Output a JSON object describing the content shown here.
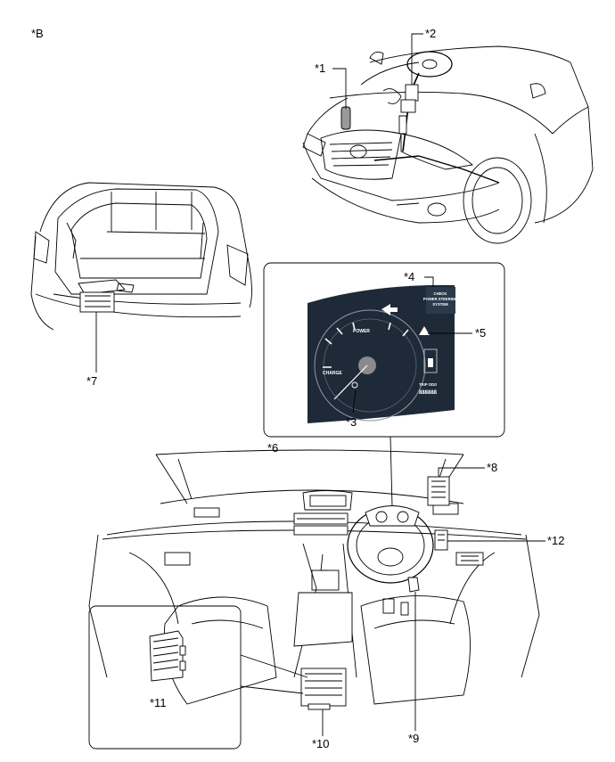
{
  "figure_id": "*B",
  "callouts": {
    "c1": "*1",
    "c2": "*2",
    "c3": "*3",
    "c4": "*4",
    "c5": "*5",
    "c6": "*6",
    "c7": "*7",
    "c8": "*8",
    "c9": "*9",
    "c10": "*10",
    "c11": "*11",
    "c12": "*12"
  },
  "cluster": {
    "warning_line1": "CHECK",
    "warning_line2": "POWER STEERING",
    "warning_line3": "SYSTEM",
    "power_label": "POWER",
    "charge_label": "CHARGE",
    "odo_label": "TRIP ODO",
    "odo_value": "888888"
  }
}
